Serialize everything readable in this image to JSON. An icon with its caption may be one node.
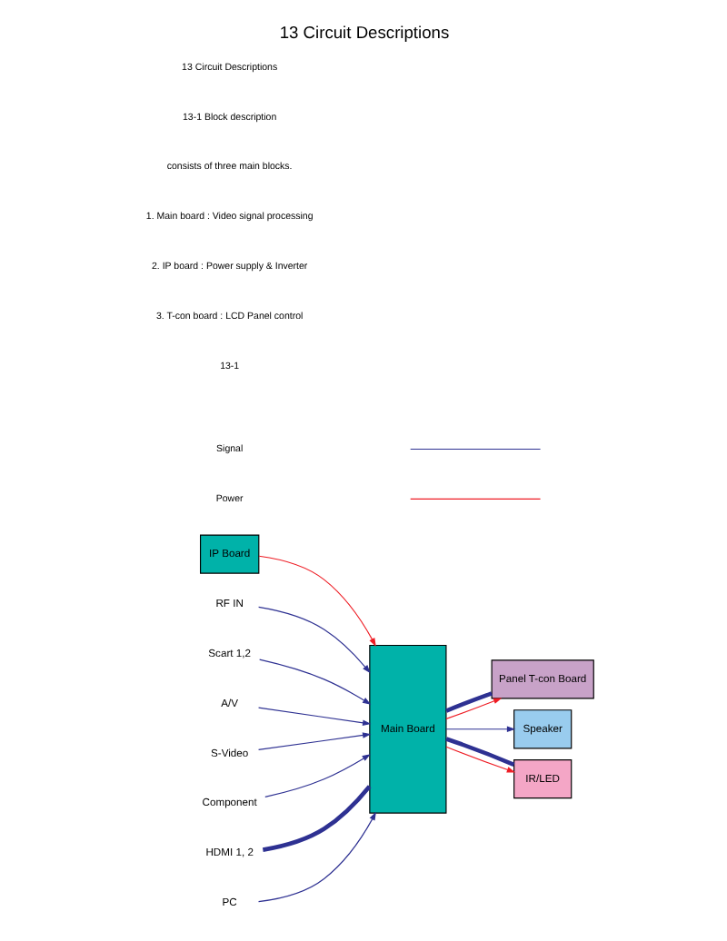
{
  "diagram": {
    "title": "13 Circuit Descriptions",
    "nodes": [
      {
        "text": [
          "IP Board"
        ]
      },
      {
        "text": [
          "RF IN"
        ]
      },
      {
        "text": [
          "Scart 1,2"
        ]
      },
      {
        "text": [
          "A/V"
        ]
      },
      {
        "text": [
          "S-Video"
        ]
      },
      {
        "text": [
          "Component"
        ]
      },
      {
        "text": [
          "HDMI 1, 2"
        ]
      },
      {
        "text": [
          "PC"
        ]
      },
      {
        "text": [
          "Main Board"
        ]
      },
      {
        "text": [
          "Panel T-con Board"
        ]
      },
      {
        "text": [
          "Speaker"
        ]
      },
      {
        "text": [
          "IR/LED"
        ]
      }
    ],
    "edges": [
      {
        "from": 0,
        "to": 8,
        "arrow": "to",
        "color": "#ee1c24"
      },
      {
        "from": 1,
        "to": 8,
        "arrow": "to"
      },
      {
        "from": 2,
        "to": 8,
        "arrow": "to"
      },
      {
        "from": 3,
        "to": 8,
        "arrow": "to"
      },
      {
        "from": 4,
        "to": 8,
        "arrow": "to"
      },
      {
        "from": 5,
        "to": 8,
        "arrow": "to"
      },
      {
        "from": 6,
        "to": 8,
        "arrow": "none",
        "style": "thick"
      },
      {
        "from": 7,
        "to": 8,
        "arrow": "to"
      },
      {
        "from": 8,
        "to": 9,
        "arrow": "to",
        "color": "#ee1c24"
      },
      {
        "from": 8,
        "to": 9,
        "arrow": "none",
        "style": "thick"
      },
      {
        "from": 8,
        "to": 10,
        "arrow": "to"
      },
      {
        "from": 8,
        "to": 11,
        "arrow": "to",
        "color": "#ee1c24"
      },
      {
        "from": 8,
        "to": 11,
        "arrow": "none",
        "style": "thick"
      }
    ],
    "labels": [
      "13 Circuit Descriptions",
      "13-1 Block description",
      "consists of three main blocks.",
      "1. Main board : Video signal processing",
      "2. IP board : Power supply & Inverter",
      "3. T-con board : LCD Panel control",
      "13-1"
    ],
    "legend": [
      {
        "text": "Signal"
      },
      {
        "text": "Power"
      }
    ]
  }
}
